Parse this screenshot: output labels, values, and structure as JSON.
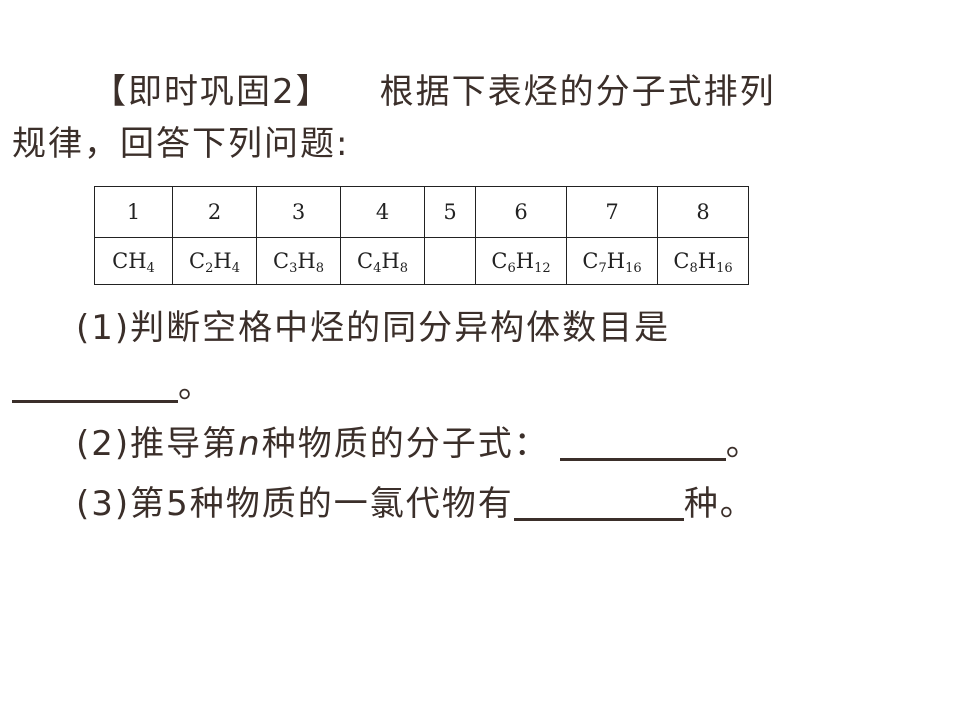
{
  "title": {
    "tag": "【即时巩固2】",
    "text": "根据下表烃的分子式排列",
    "text_line2": "规律，回答下列问题:"
  },
  "table": {
    "numbers": [
      "1",
      "2",
      "3",
      "4",
      "5",
      "6",
      "7",
      "8"
    ],
    "formulas": [
      [
        [
          "CH",
          "4"
        ]
      ],
      [
        [
          "C",
          "2"
        ],
        [
          "H",
          "4"
        ]
      ],
      [
        [
          "C",
          "3"
        ],
        [
          "H",
          "8"
        ]
      ],
      [
        [
          "C",
          "4"
        ],
        [
          "H",
          "8"
        ]
      ],
      [],
      [
        [
          "C",
          "6"
        ],
        [
          "H",
          "12"
        ]
      ],
      [
        [
          "C",
          "7"
        ],
        [
          "H",
          "16"
        ]
      ],
      [
        [
          "C",
          "8"
        ],
        [
          "H",
          "16"
        ]
      ]
    ]
  },
  "questions": {
    "q1_label": "(1)",
    "q1_text": "判断空格中烃的同分异构体数目是",
    "q1_end": "。",
    "q2_label": "(2)",
    "q2_text_a": "推导第",
    "q2_var": "n",
    "q2_text_b": "种物质的分子式：",
    "q2_end": "。",
    "q3_label": "(3)",
    "q3_text": "第5种物质的一氯代物有",
    "q3_end": "种。"
  }
}
